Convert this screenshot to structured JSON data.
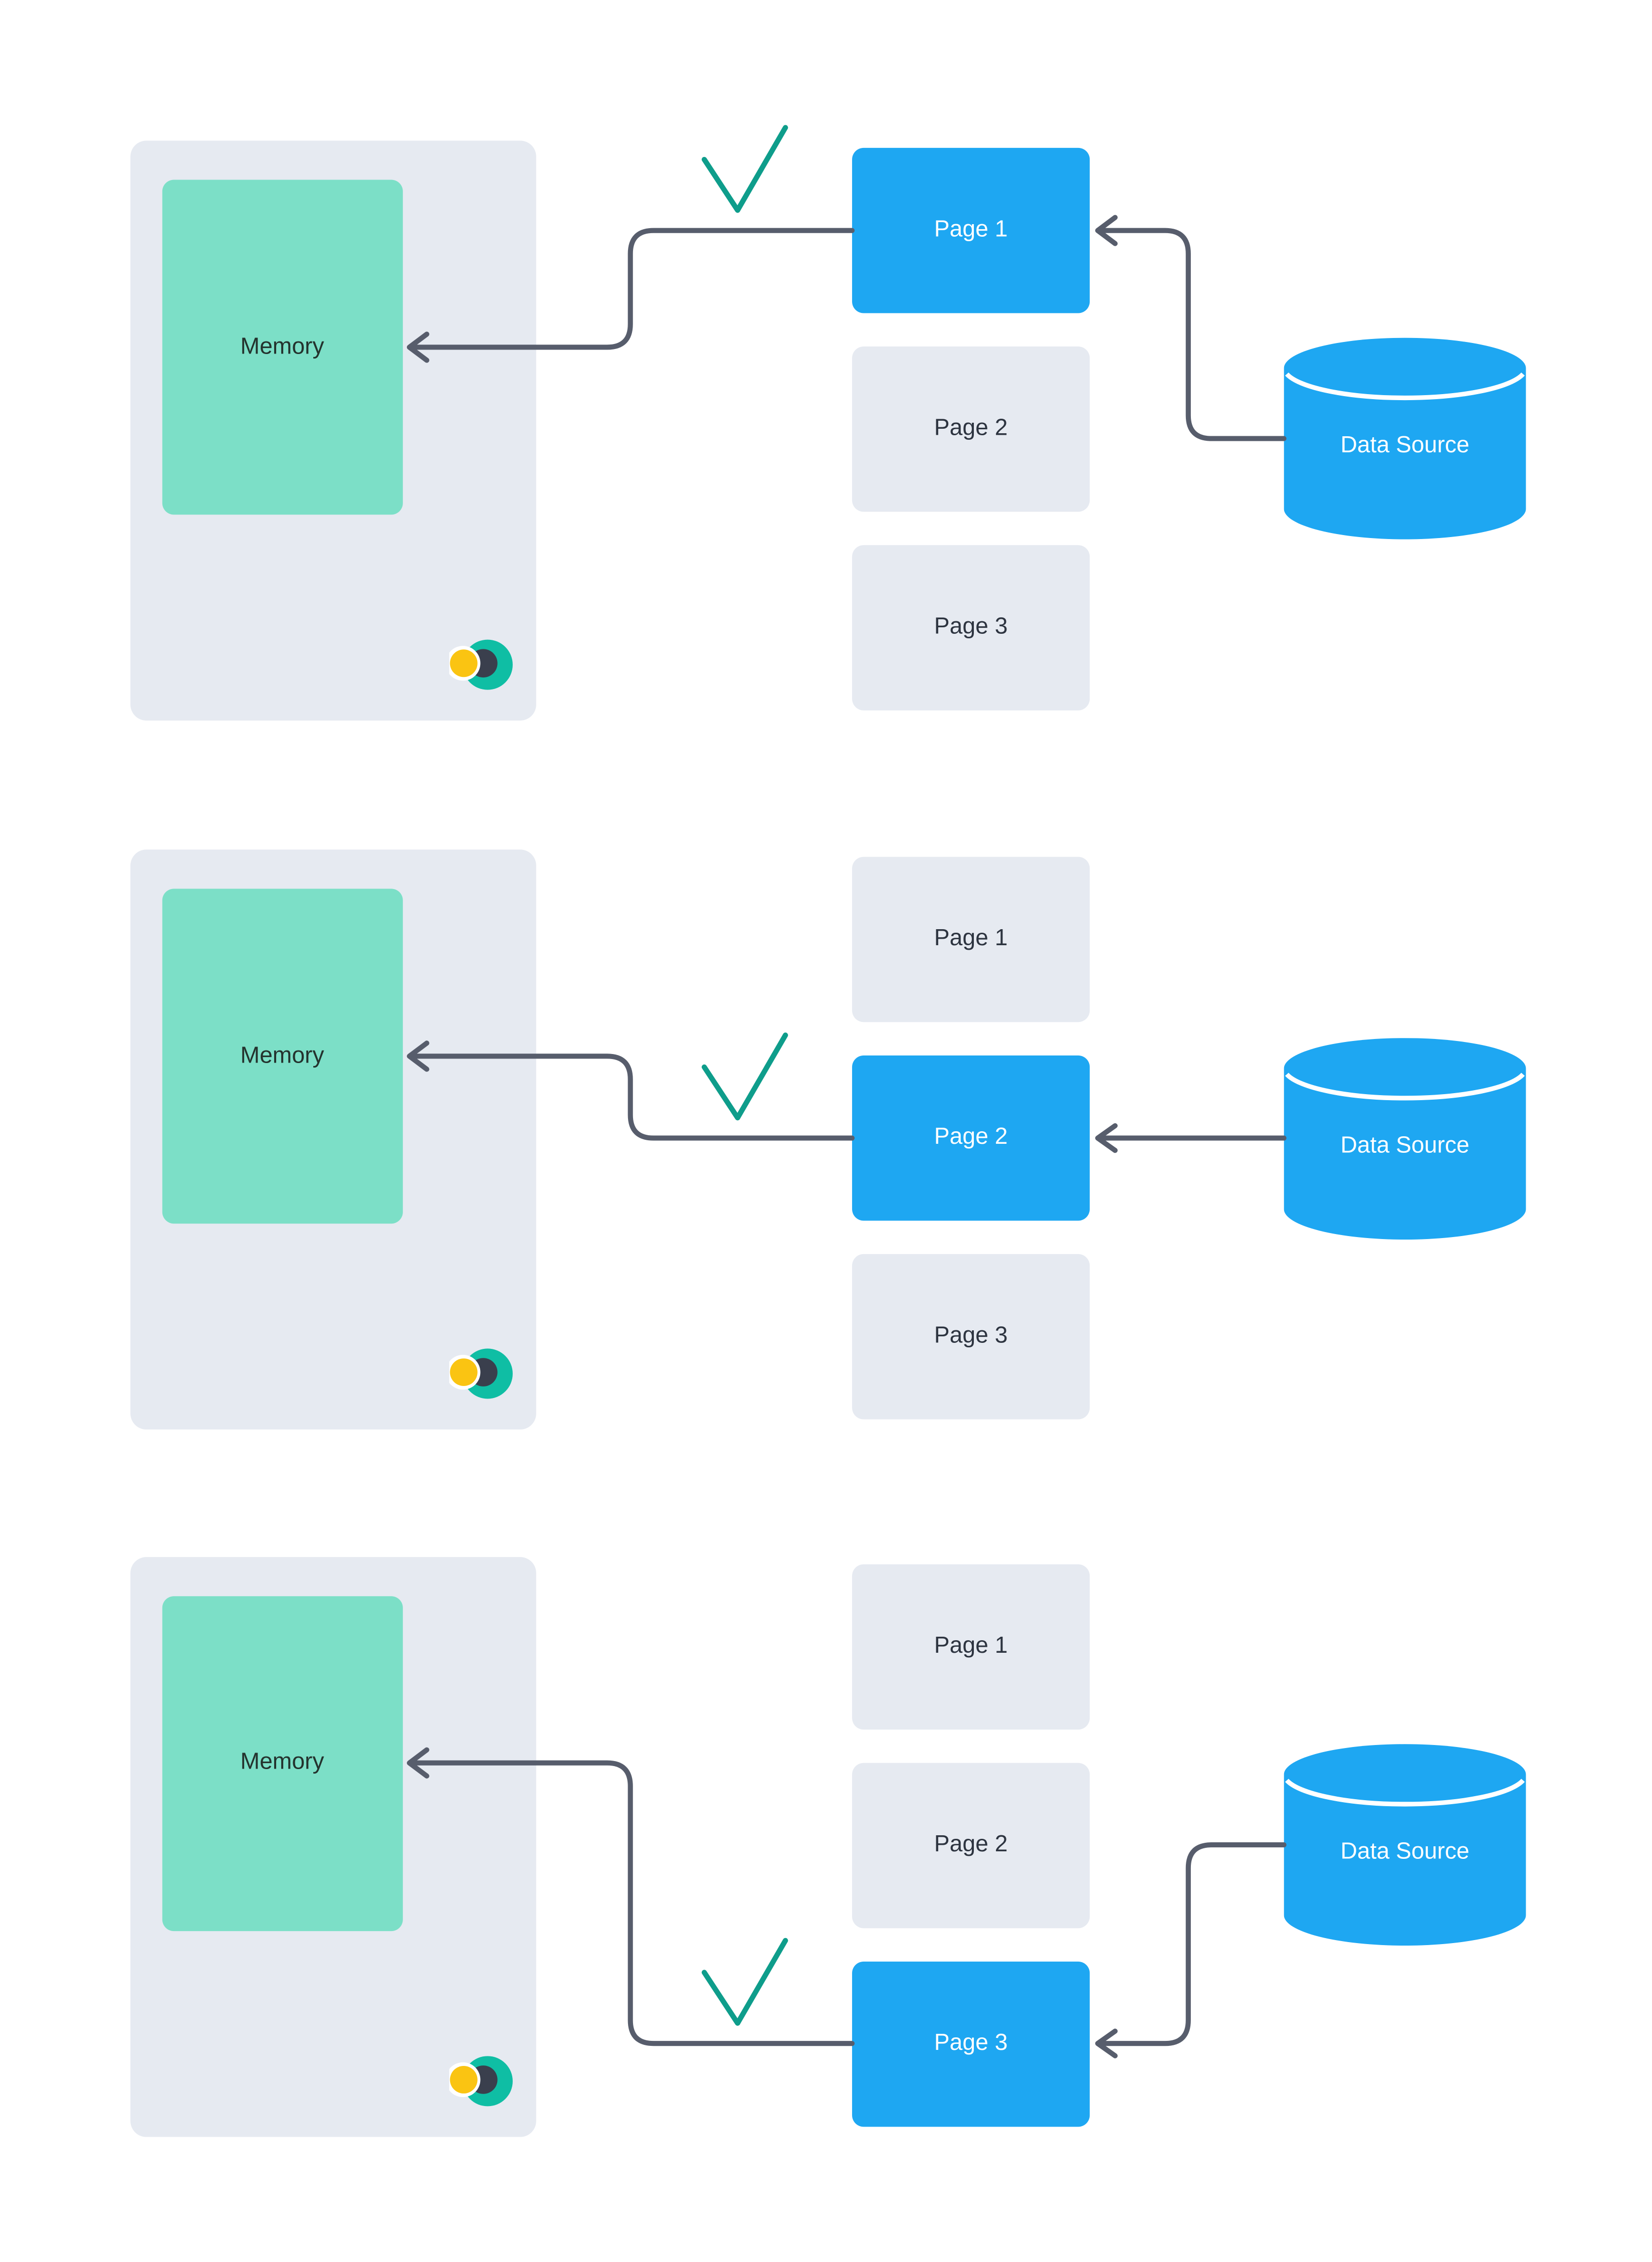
{
  "diagram": {
    "description": "Three-step paging diagram: a page is loaded from a data source into memory",
    "sections": [
      {
        "memory_label": "Memory",
        "pages": [
          {
            "label": "Page 1",
            "active": true
          },
          {
            "label": "Page 2",
            "active": false
          },
          {
            "label": "Page 3",
            "active": false
          }
        ],
        "data_source_label": "Data Source"
      },
      {
        "memory_label": "Memory",
        "pages": [
          {
            "label": "Page 1",
            "active": false
          },
          {
            "label": "Page 2",
            "active": true
          },
          {
            "label": "Page 3",
            "active": false
          }
        ],
        "data_source_label": "Data Source"
      },
      {
        "memory_label": "Memory",
        "pages": [
          {
            "label": "Page 1",
            "active": false
          },
          {
            "label": "Page 2",
            "active": false
          },
          {
            "label": "Page 3",
            "active": true
          }
        ],
        "data_source_label": "Data Source"
      }
    ],
    "icons": {
      "check_icon": "teal checkmark stroke",
      "database_icon": "blue cylinder",
      "left_arrow_icon": "elbow connector with open chevron head",
      "eclipse_logo_icon": "teal/dark/yellow overlapping circles"
    },
    "colors": {
      "active_blue": "#1EA7F2",
      "panel_gray": "#E6EAF1",
      "memory_teal": "#7CDFC7",
      "memory_text": "#24332E",
      "page_text": "#2D3440",
      "arrow": "#575D6C",
      "check": "#0E9D8B",
      "logo_teal": "#0FBEA4",
      "logo_dark": "#3A3F4D",
      "logo_yellow": "#FAC412"
    }
  }
}
